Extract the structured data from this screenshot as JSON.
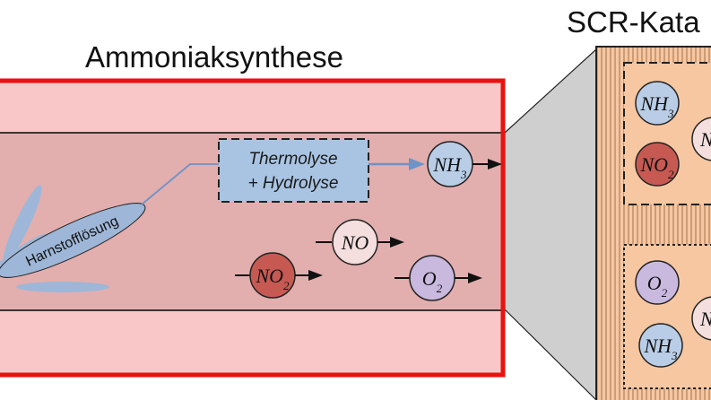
{
  "diagram": {
    "left_title": "Ammoniaksynthese",
    "right_title": "SCR-Kata",
    "spray_label": "Harnstofflösung",
    "process_box": {
      "line1": "Thermolyse",
      "line2": "+ Hydrolyse"
    },
    "molecules": {
      "nh3": {
        "base": "NH",
        "sub": "3"
      },
      "no": {
        "base": "NO",
        "sub": ""
      },
      "no2": {
        "base": "NO",
        "sub": "2"
      },
      "o2": {
        "base": "O",
        "sub": "2"
      },
      "partial_n": {
        "base": "N",
        "sub": ""
      }
    }
  },
  "colors": {
    "outer_pipe": "#f9c7c7",
    "inner_pipe": "#e3aeae",
    "pipe_border": "#e8120f",
    "spray": "#9eb7d8",
    "process_box": "#a9c4e2",
    "arrow_blue": "#6d93c7",
    "nh3_fill": "#b9cde6",
    "no_fill": "#f4dede",
    "no2_fill": "#c65a53",
    "o2_fill": "#c9b9df",
    "catalyst": "#f6c7a1",
    "funnel": "#cfcfcf"
  }
}
